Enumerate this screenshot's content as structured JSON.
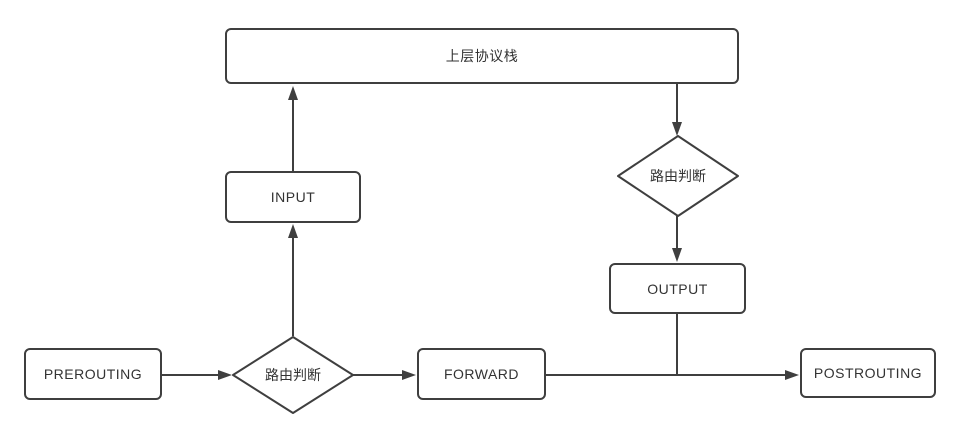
{
  "diagram": {
    "type": "flowchart",
    "background": "#ffffff",
    "colors": {
      "stroke": "#3f3f3f",
      "text": "#333333",
      "shape_fill": "#ffffff"
    },
    "nodes": {
      "upper_stack": {
        "label": "上层协议栈",
        "shape": "rectangle"
      },
      "input": {
        "label": "INPUT",
        "shape": "rectangle"
      },
      "route_decision_top": {
        "label": "路由判断",
        "shape": "diamond"
      },
      "output": {
        "label": "OUTPUT",
        "shape": "rectangle"
      },
      "prerouting": {
        "label": "PREROUTING",
        "shape": "rectangle"
      },
      "route_decision_bottom": {
        "label": "路由判断",
        "shape": "diamond"
      },
      "forward": {
        "label": "FORWARD",
        "shape": "rectangle"
      },
      "postrouting": {
        "label": "POSTROUTING",
        "shape": "rectangle"
      }
    },
    "edges": [
      {
        "from": "prerouting",
        "to": "route_decision_bottom",
        "arrow": true
      },
      {
        "from": "route_decision_bottom",
        "to": "forward",
        "arrow": true
      },
      {
        "from": "route_decision_bottom",
        "to": "input",
        "arrow": true
      },
      {
        "from": "input",
        "to": "upper_stack",
        "arrow": true
      },
      {
        "from": "upper_stack",
        "to": "route_decision_top",
        "arrow": true
      },
      {
        "from": "route_decision_top",
        "to": "output",
        "arrow": true
      },
      {
        "from": "forward",
        "to": "postrouting",
        "arrow": true
      },
      {
        "from": "output",
        "to": "forward-postrouting-line",
        "arrow": false
      }
    ]
  }
}
